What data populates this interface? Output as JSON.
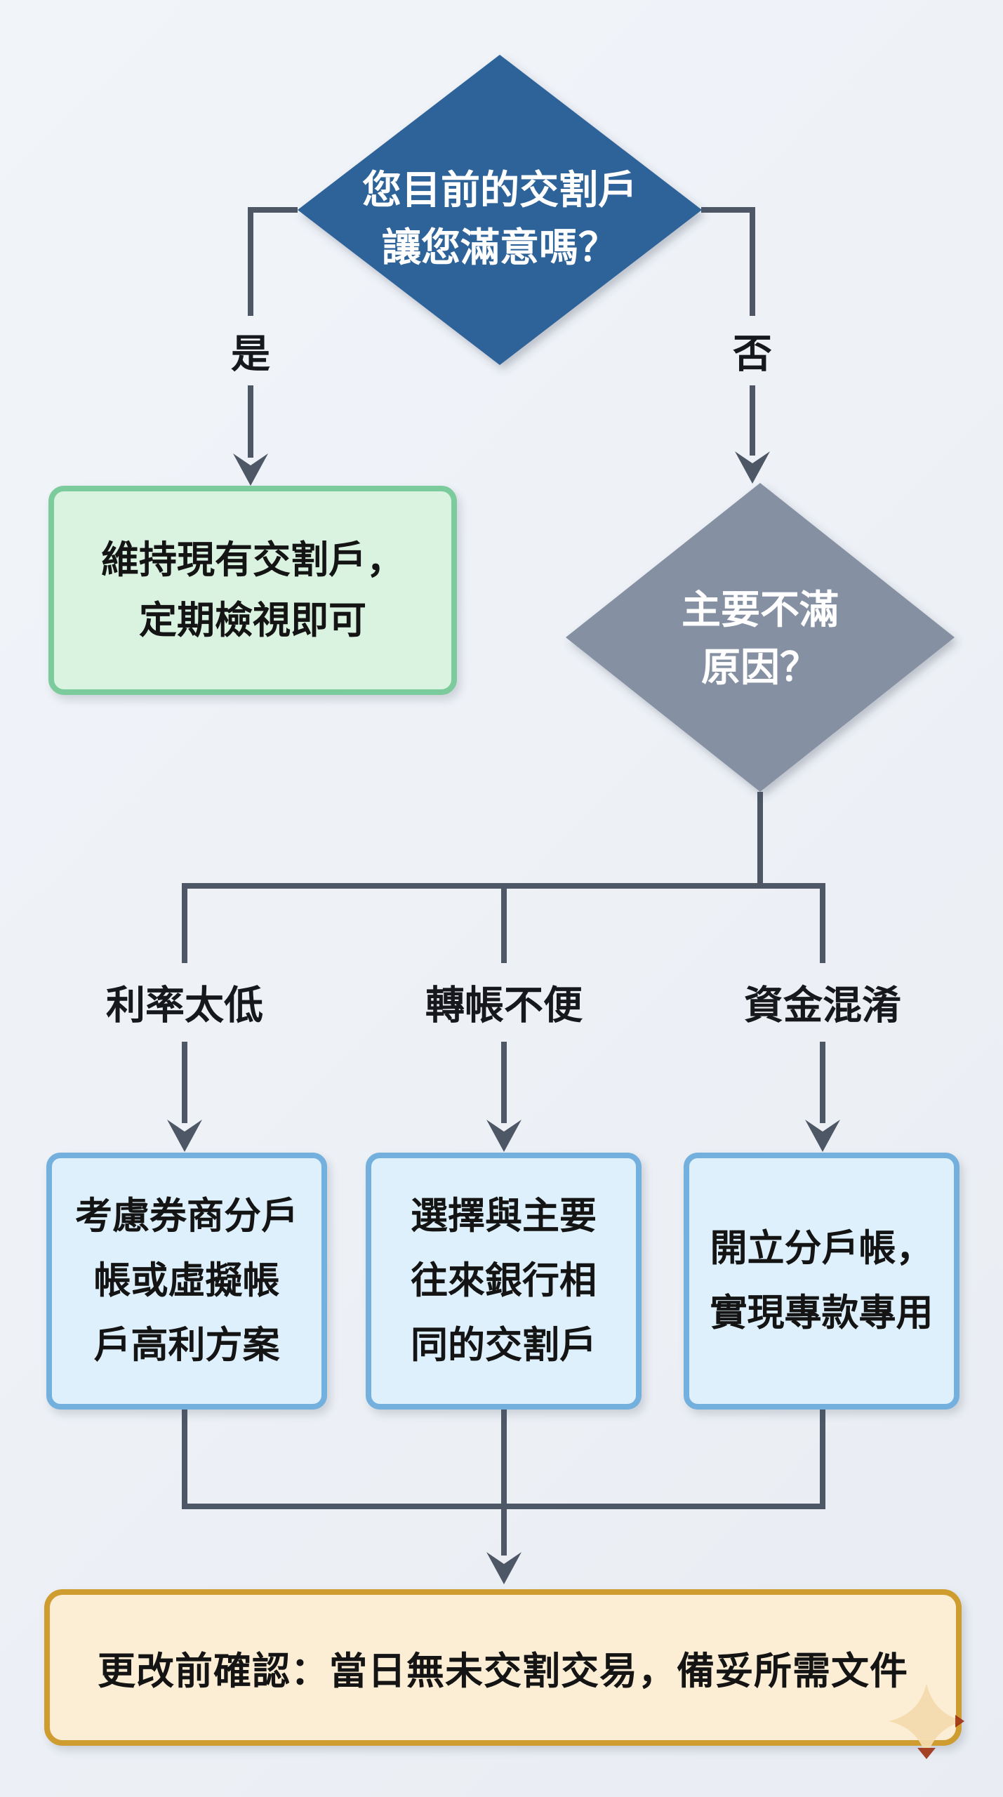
{
  "flowchart": {
    "start_decision": {
      "line1": "您目前的交割戶",
      "line2": "讓您滿意嗎？"
    },
    "yes_label": "是",
    "no_label": "否",
    "keep_outcome": {
      "line1": "維持現有交割戶，",
      "line2": "定期檢視即可"
    },
    "reason_decision": {
      "line1": "主要不滿",
      "line2": "原因？"
    },
    "branches": [
      {
        "label": "利率太低",
        "line1": "考慮券商分戶",
        "line2": "帳或虛擬帳",
        "line3": "戶高利方案"
      },
      {
        "label": "轉帳不便",
        "line1": "選擇與主要",
        "line2": "往來銀行相",
        "line3": "同的交割戶"
      },
      {
        "label": "資金混淆",
        "line1": "開立分戶帳，",
        "line2": "實現專款專用"
      }
    ],
    "final_note": "更改前確認：當日無未交割交易，備妥所需文件"
  },
  "colors": {
    "background": "#eef1f6",
    "decision_blue": "#2e639a",
    "decision_gray": "#8591a3",
    "outcome_green_fill": "#daf3e0",
    "outcome_green_border": "#7ccb9c",
    "option_blue_fill": "#def0fb",
    "option_blue_border": "#74b0de",
    "note_fill": "#fcedd5",
    "note_border": "#cf9c2f",
    "connector": "#4d5766",
    "text_dark": "#16181c",
    "text_light": "#ffffff"
  }
}
